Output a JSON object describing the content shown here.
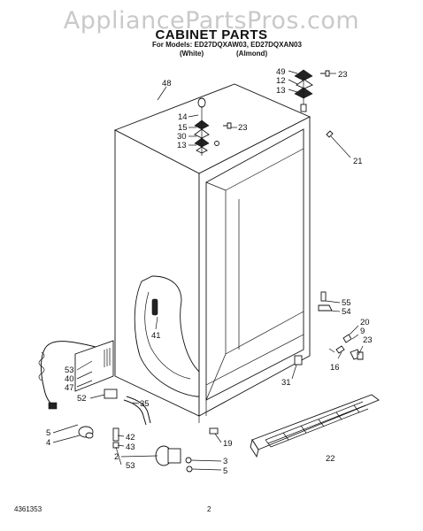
{
  "watermark": "AppliancePartsPros.com",
  "header": {
    "title": "CABINET PARTS",
    "models_line": "For Models: ED27DQXAW03, ED27DQXAN03",
    "white_label": "(White)",
    "almond_label": "(Almond)"
  },
  "callouts": {
    "c49": "49",
    "c23a": "23",
    "c12": "12",
    "c13a": "13",
    "c48": "48",
    "c14": "14",
    "c15": "15",
    "c23b": "23",
    "c30": "30",
    "c13b": "13",
    "c21": "21",
    "c55": "55",
    "c54": "54",
    "c20": "20",
    "c9": "9",
    "c23c": "23",
    "c16": "16",
    "c41": "41",
    "c53a": "53",
    "c40": "40",
    "c47": "47",
    "c52": "52",
    "c35": "35",
    "c31": "31",
    "c5a": "5",
    "c4": "4",
    "c42": "42",
    "c43": "43",
    "c2": "2",
    "c53b": "53",
    "c19": "19",
    "c22": "22",
    "c3": "3",
    "c5b": "5"
  },
  "footer": {
    "doc_number": "4361353",
    "page_number": "2"
  }
}
